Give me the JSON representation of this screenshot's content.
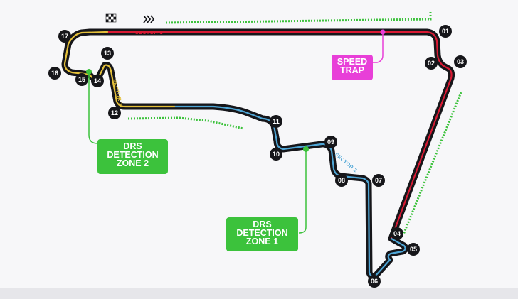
{
  "title": "",
  "colors": {
    "sector1": "#d91a34",
    "sector2": "#4fa6d6",
    "sector3": "#e4c03a",
    "track": "#16161a",
    "drs": "#3cc23c",
    "speed_trap": "#e83fd8"
  },
  "sectors": {
    "sector1": "SECTOR 1",
    "sector2": "SECTOR 2",
    "sector3": "SECTOR 3"
  },
  "icons": {
    "start_flag": "chequered-flag-icon",
    "direction": "direction-chevrons-icon"
  },
  "turns": [
    "01",
    "02",
    "03",
    "04",
    "05",
    "06",
    "07",
    "08",
    "09",
    "10",
    "11",
    "12",
    "13",
    "14",
    "15",
    "16",
    "17"
  ],
  "speed_trap": {
    "line1": "SPEED",
    "line2": "TRAP"
  },
  "drs_zone_2": {
    "line1": "DRS",
    "line2": "DETECTION",
    "line3": "ZONE 2"
  },
  "drs_zone_1": {
    "line1": "DRS",
    "line2": "DETECTION",
    "line3": "ZONE 1"
  }
}
